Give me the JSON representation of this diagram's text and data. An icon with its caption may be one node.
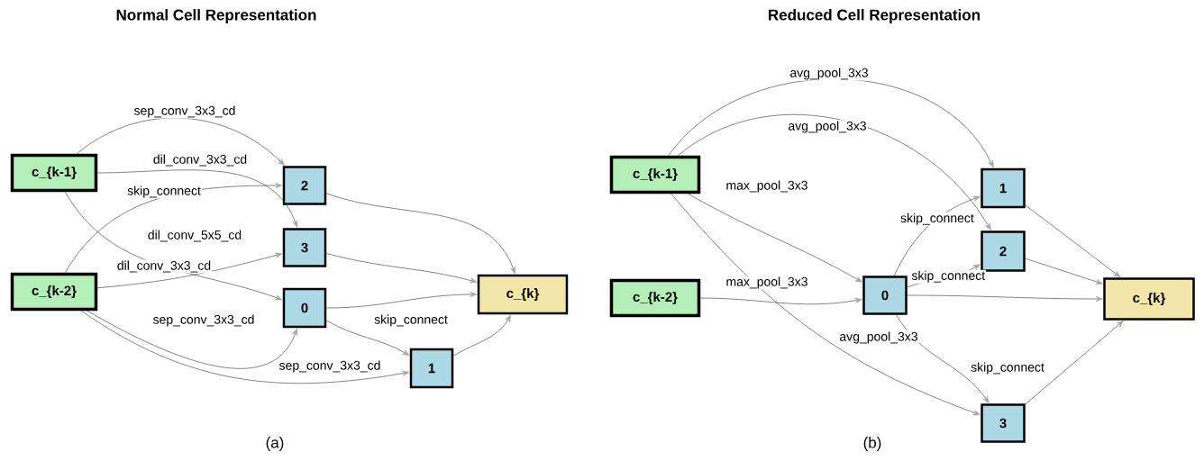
{
  "diagram": {
    "nodes": [
      {
        "text": [
          "c_{k-1}"
        ]
      },
      {
        "text": [
          "c_{k-2}"
        ]
      },
      {
        "text": [
          "2"
        ]
      },
      {
        "text": [
          "3"
        ]
      },
      {
        "text": [
          "0"
        ]
      },
      {
        "text": [
          "1"
        ]
      },
      {
        "text": [
          "c_{k}"
        ]
      },
      {
        "text": [
          "c_{k-1}"
        ]
      },
      {
        "text": [
          "c_{k-2}"
        ]
      },
      {
        "text": [
          "0"
        ]
      },
      {
        "text": [
          "1"
        ]
      },
      {
        "text": [
          "2"
        ]
      },
      {
        "text": [
          "3"
        ]
      },
      {
        "text": [
          "c_{k}"
        ]
      }
    ],
    "edges": [
      {
        "from": 0,
        "to": 2,
        "arrow": "to",
        "label": "sep_conv_3x3_cd"
      },
      {
        "from": 0,
        "to": 3,
        "arrow": "to",
        "label": "dil_conv_3x3_cd"
      },
      {
        "from": 1,
        "to": 2,
        "arrow": "to",
        "label": "skip_connect"
      },
      {
        "from": 0,
        "to": 4,
        "arrow": "to",
        "label": "dil_conv_5x5_cd"
      },
      {
        "from": 1,
        "to": 3,
        "arrow": "to",
        "label": "dil_conv_3x3_cd"
      },
      {
        "from": 1,
        "to": 4,
        "arrow": "to",
        "label": "sep_conv_3x3_cd"
      },
      {
        "from": 1,
        "to": 5,
        "arrow": "to",
        "label": "sep_conv_3x3_cd"
      },
      {
        "from": 4,
        "to": 5,
        "arrow": "to",
        "label": "skip_connect"
      },
      {
        "from": 2,
        "to": 6,
        "arrow": "to"
      },
      {
        "from": 3,
        "to": 6,
        "arrow": "to"
      },
      {
        "from": 4,
        "to": 6,
        "arrow": "to"
      },
      {
        "from": 5,
        "to": 6,
        "arrow": "to"
      },
      {
        "from": 7,
        "to": 10,
        "arrow": "to",
        "label": "avg_pool_3x3"
      },
      {
        "from": 7,
        "to": 11,
        "arrow": "to",
        "label": "avg_pool_3x3"
      },
      {
        "from": 7,
        "to": 9,
        "arrow": "to",
        "label": "max_pool_3x3"
      },
      {
        "from": 8,
        "to": 9,
        "arrow": "to",
        "label": "max_pool_3x3"
      },
      {
        "from": 7,
        "to": 12,
        "arrow": "to",
        "label": "avg_pool_3x3"
      },
      {
        "from": 9,
        "to": 10,
        "arrow": "to",
        "label": "skip_connect"
      },
      {
        "from": 9,
        "to": 11,
        "arrow": "to",
        "label": "skip_connect"
      },
      {
        "from": 9,
        "to": 12,
        "arrow": "to",
        "label": "skip_connect"
      },
      {
        "from": 10,
        "to": 13,
        "arrow": "to"
      },
      {
        "from": 11,
        "to": 13,
        "arrow": "to"
      },
      {
        "from": 9,
        "to": 13,
        "arrow": "to"
      },
      {
        "from": 12,
        "to": 13,
        "arrow": "to"
      }
    ],
    "labels": [
      "Normal Cell Representation",
      "Reduced Cell Representation",
      "(a)",
      "(b)"
    ]
  }
}
